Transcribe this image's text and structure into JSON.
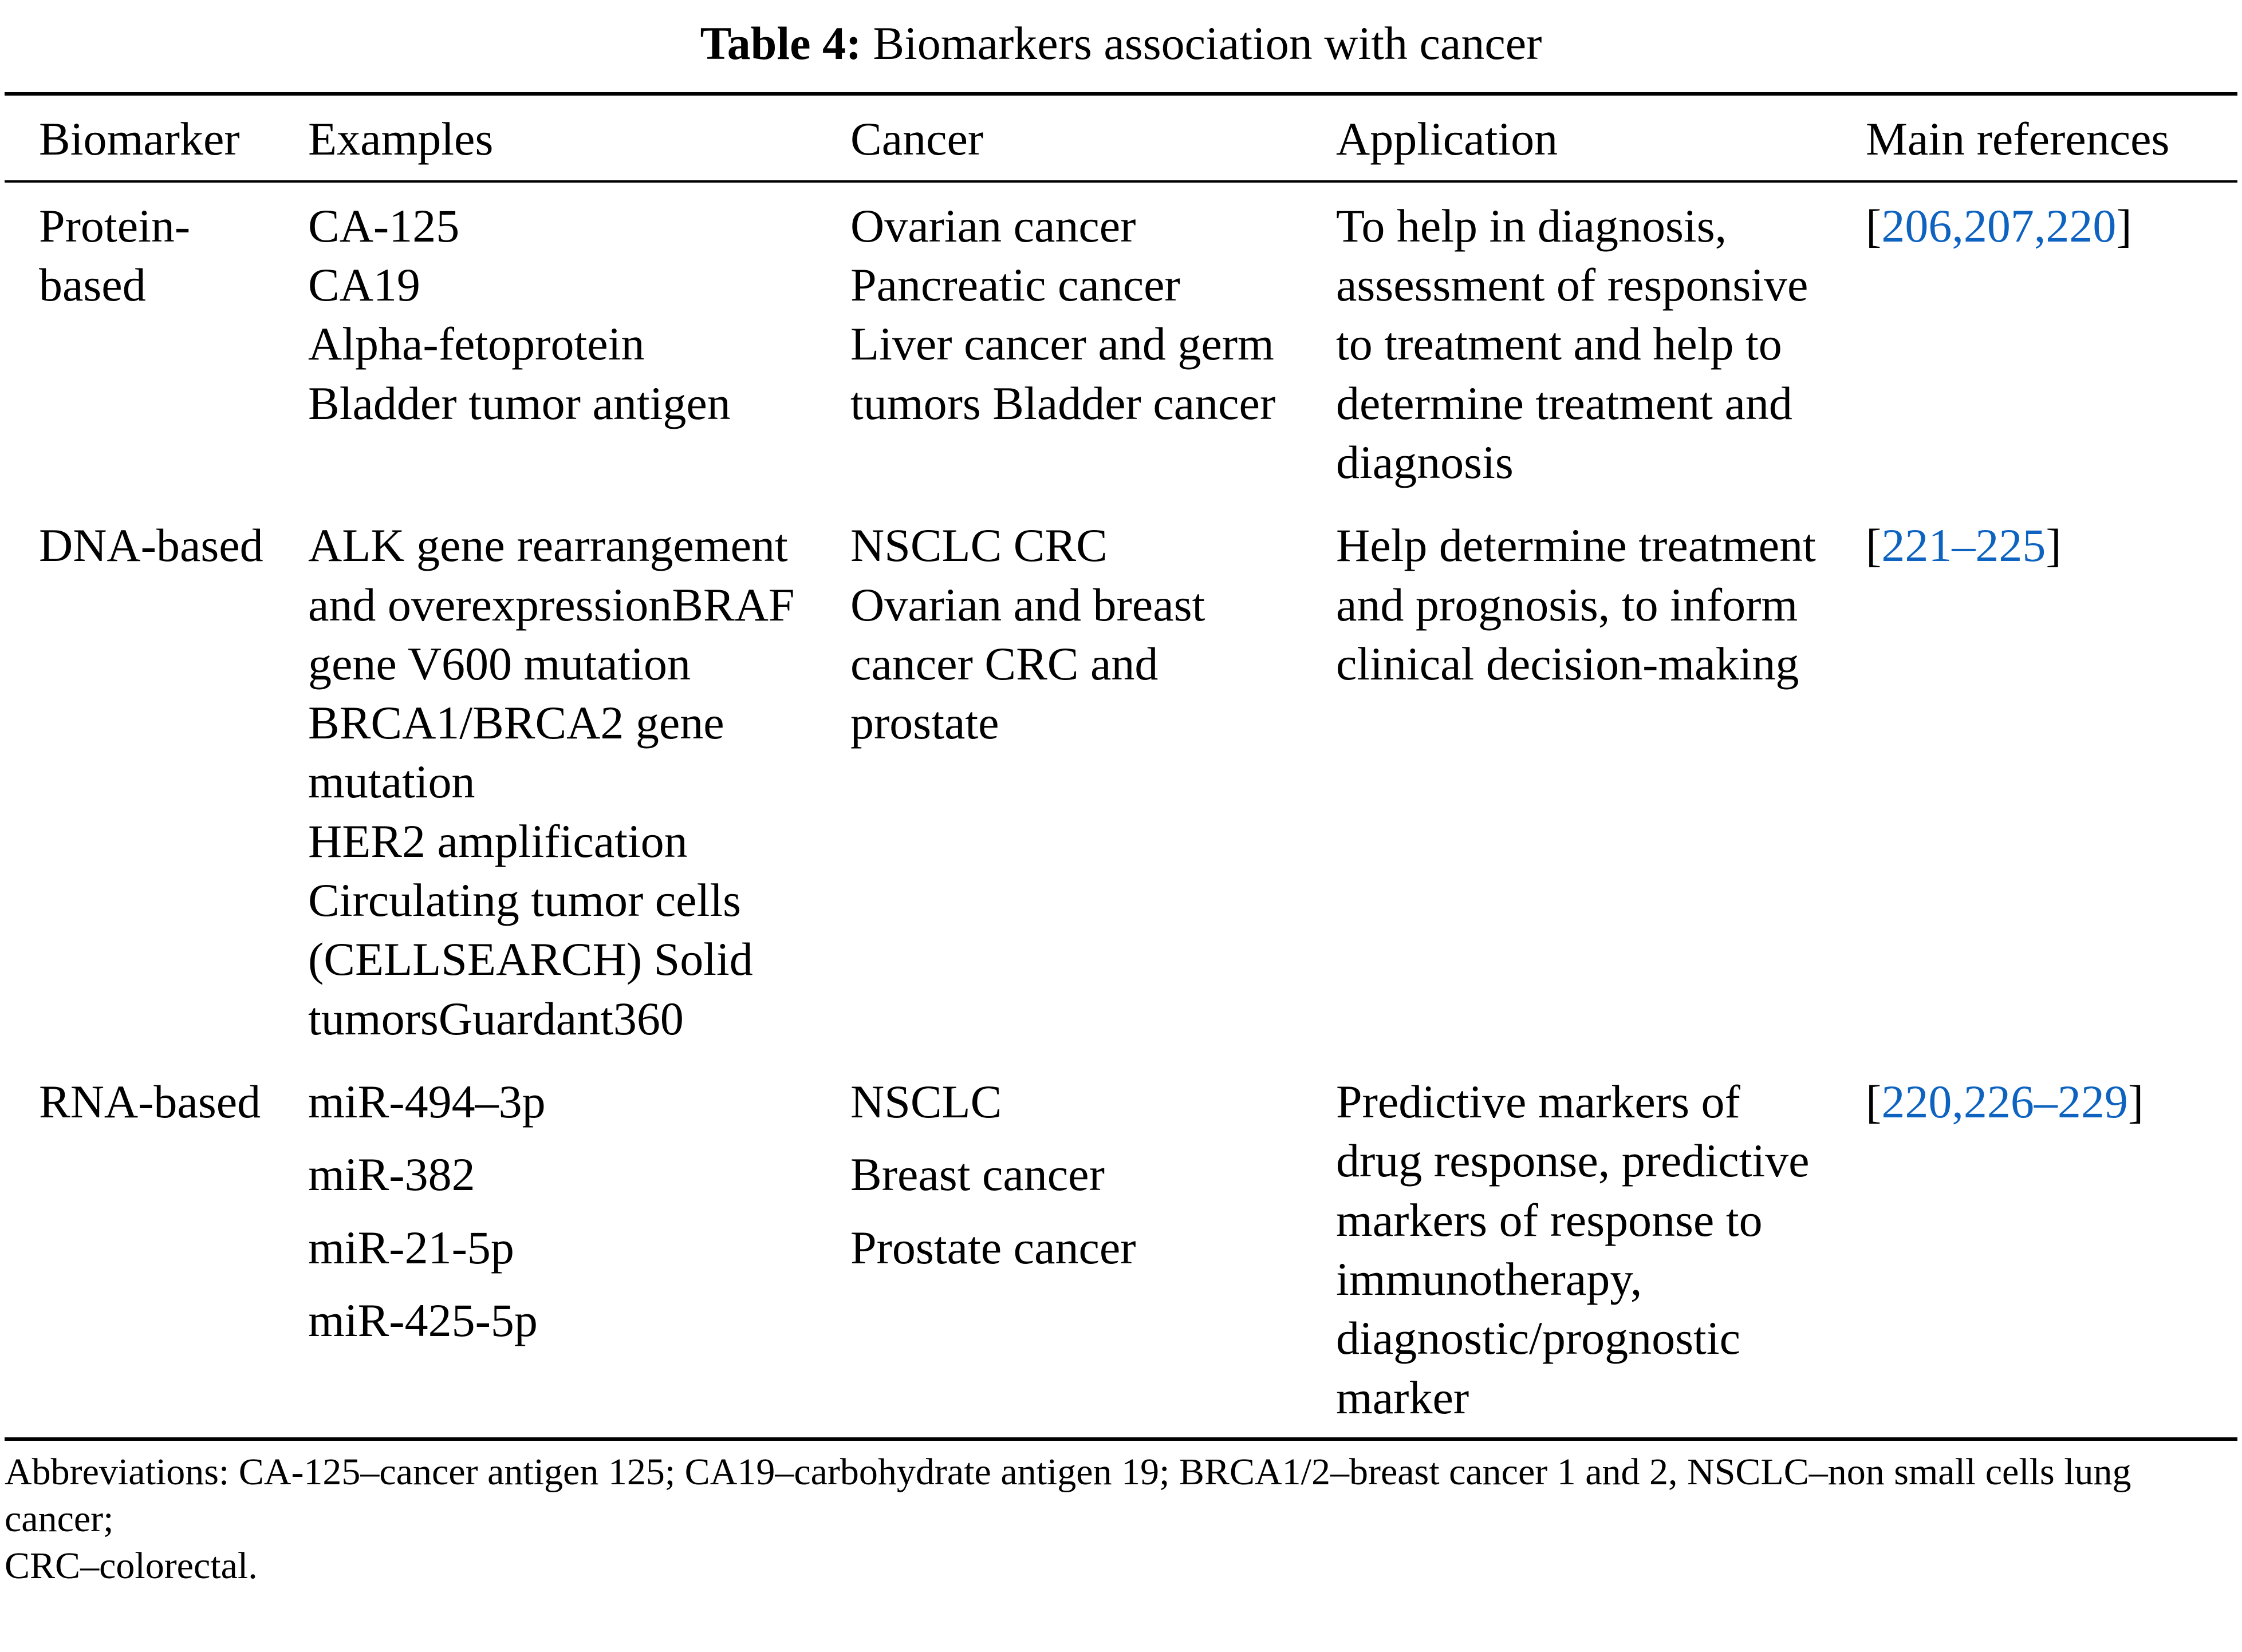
{
  "title": {
    "label": "Table 4:",
    "text": "Biomarkers association with cancer"
  },
  "colors": {
    "reference_blue": "#0E63C0",
    "text": "#000000",
    "background": "#ffffff"
  },
  "table": {
    "headers": [
      "Biomarker",
      "Examples",
      "Cancer",
      "Application",
      "Main references"
    ],
    "rows": [
      {
        "biomarker": "Protein-based",
        "examples": [
          "CA-125",
          "CA19",
          "Alpha-fetoprotein",
          "Bladder tumor antigen"
        ],
        "cancer": [
          "Ovarian cancer",
          "Pancreatic cancer",
          "Liver cancer and germ tumors Bladder cancer"
        ],
        "application": "To help in diagnosis, assessment of responsive to treatment and help to determine treatment and diagnosis",
        "references": {
          "open": "[",
          "text": "206,207,220",
          "close": "]"
        }
      },
      {
        "biomarker": "DNA-based",
        "examples": [
          "ALK gene rearrangement and overexpressionBRAF gene V600 mutation",
          "BRCA1/BRCA2 gene mutation",
          "HER2 amplification",
          "Circulating tumor cells (CELLSEARCH) Solid tumorsGuardant360"
        ],
        "cancer": [
          "NSCLC CRC",
          "Ovarian and breast cancer CRC and prostate"
        ],
        "application": "Help determine treatment and prognosis, to inform clinical decision-making",
        "references": {
          "open": "[",
          "text": "221–225",
          "close": "]"
        }
      },
      {
        "biomarker": "RNA-based",
        "examples": [
          "miR-494–3p",
          "miR-382",
          "miR-21-5p",
          "miR-425-5p"
        ],
        "cancer": [
          "NSCLC",
          "Breast cancer",
          "Prostate cancer"
        ],
        "application": "Predictive markers of drug response, predictive markers of response to immunotherapy, diagnostic/prognostic marker",
        "references": {
          "open": "[",
          "text": "220,226–229",
          "close": "]"
        }
      }
    ]
  },
  "footnote_lines": [
    "Abbreviations: CA-125–cancer antigen 125; CA19–carbohydrate antigen 19; BRCA1/2–breast cancer 1 and 2, NSCLC–non small cells lung cancer;",
    "CRC–colorectal."
  ]
}
